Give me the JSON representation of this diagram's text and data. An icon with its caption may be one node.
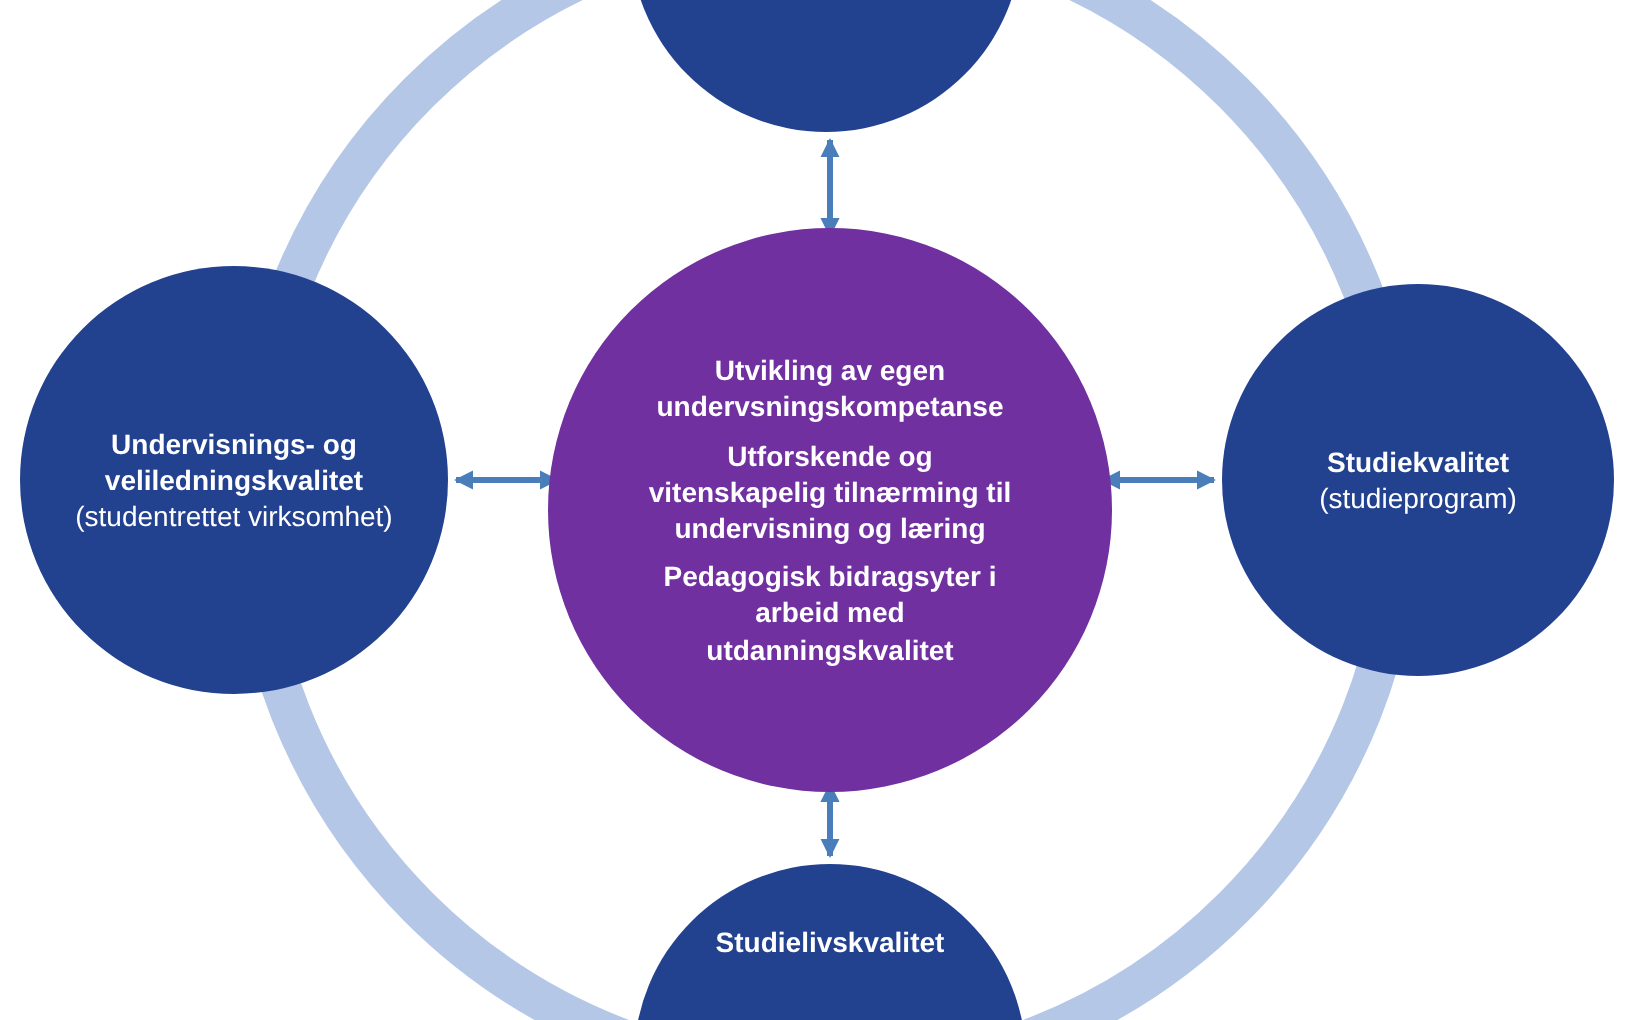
{
  "diagram": {
    "nodes": [
      {
        "text": [],
        "shape": "circle"
      },
      {
        "text": [
          "Undervisnings- og veliledningskvalitet",
          "(studentrettet virksomhet)"
        ]
      },
      {
        "text": [
          "Utvikling av egen undervsningskompetanse",
          "Utforskende og vitenskapelig tilnærming til undervisning og læring",
          "Pedagogisk bidragsyter i arbeid med utdanningskvalitet"
        ]
      },
      {
        "text": [
          "Studiekvalitet",
          "(studieprogram)"
        ]
      },
      {
        "text": [
          "Studielivskvalitet"
        ]
      }
    ],
    "edges": [
      {
        "from": 2,
        "to": 0,
        "arrow": "both"
      },
      {
        "from": 2,
        "to": 1,
        "arrow": "both"
      },
      {
        "from": 2,
        "to": 3,
        "arrow": "both"
      },
      {
        "from": 2,
        "to": 4,
        "arrow": "both"
      }
    ]
  }
}
